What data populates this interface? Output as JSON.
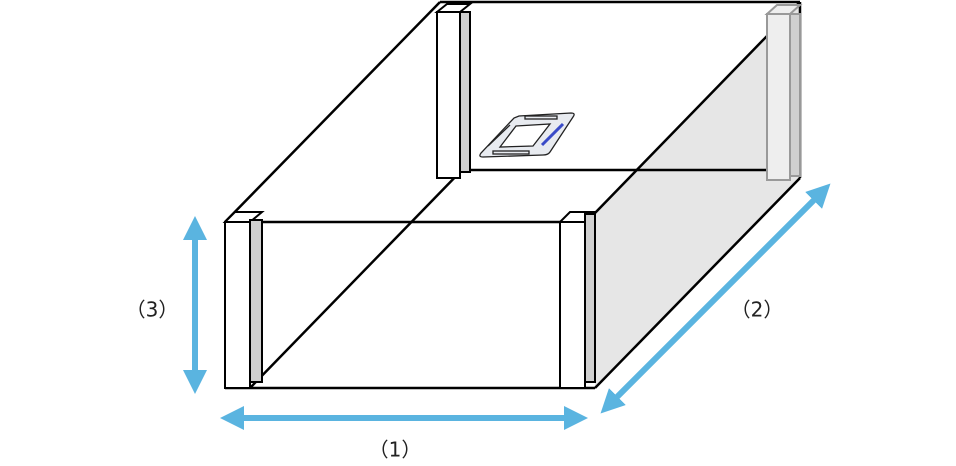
{
  "labels": {
    "width": "（1）",
    "depth": "（2）",
    "height": "（3）"
  },
  "colors": {
    "arrow": "#5ab4e0",
    "wall": "#e6e6e6",
    "pillar_side": "#d0d0d0",
    "outline": "#000000",
    "ac_accent": "#3a4bc8"
  }
}
